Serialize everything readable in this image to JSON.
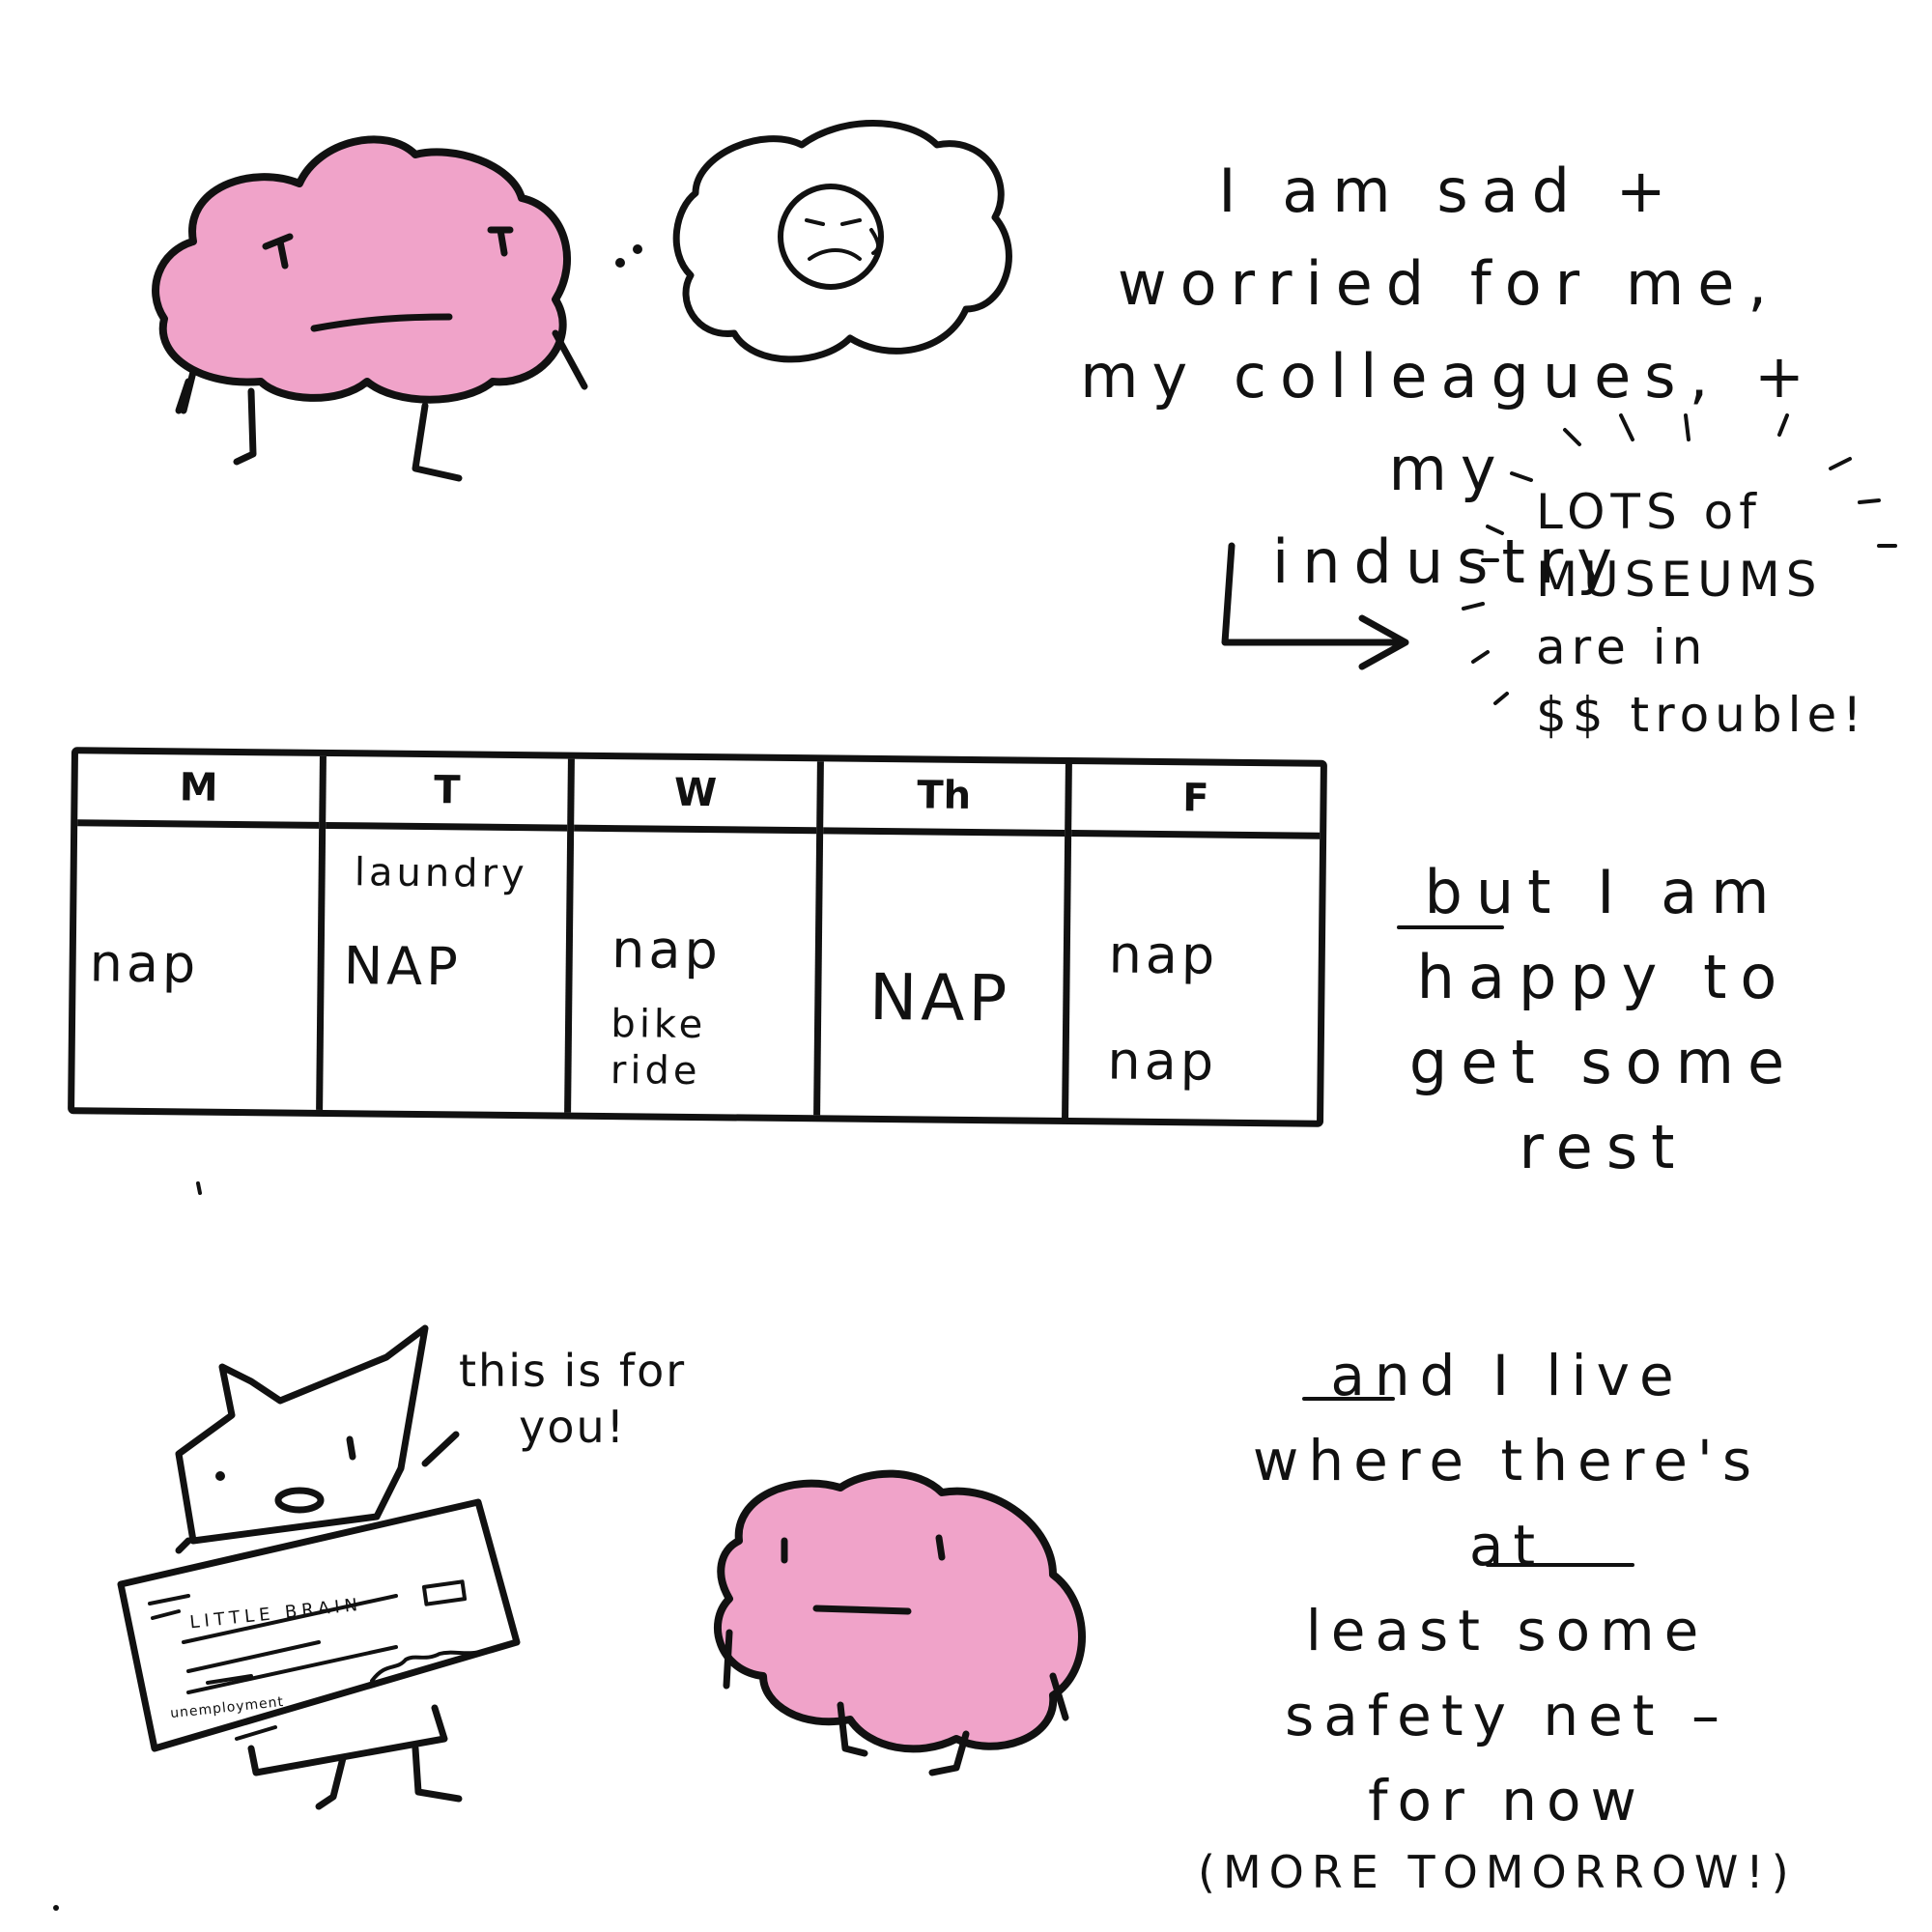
{
  "panel1": {
    "text": "I am sad +\nworried for me,\nmy colleagues, + my\nindustry",
    "aside": "LOTS of\nMUSEUMS\nare in\n$$ trouble!"
  },
  "schedule": {
    "days": [
      {
        "label": "M",
        "tasks": [
          "nap"
        ]
      },
      {
        "label": "T",
        "tasks": [
          "laundry",
          "NAP"
        ]
      },
      {
        "label": "W",
        "tasks": [
          "nap",
          "bike ride"
        ]
      },
      {
        "label": "Th",
        "tasks": [
          "NAP"
        ]
      },
      {
        "label": "F",
        "tasks": [
          "nap",
          "nap"
        ]
      }
    ]
  },
  "panel2": {
    "text": "but I am\nhappy to\nget some\nrest"
  },
  "panel3": {
    "speech": "this is for\nyou!",
    "check": {
      "payee": "LITTLE BRAIN",
      "memo": "unemployment"
    },
    "text": "and I live\nwhere there's at\nleast some\nsafety net –\nfor now"
  },
  "footer": {
    "text": "(MORE TOMORROW!)"
  },
  "colors": {
    "brain_pink": "#f0a3c9",
    "ink": "#111111",
    "background": "#ffffff"
  }
}
